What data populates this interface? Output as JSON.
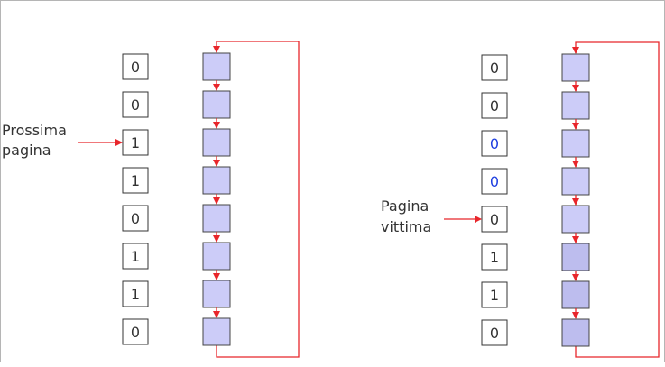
{
  "colors": {
    "background": "#ffffff",
    "frame_border": "#b5b5b5",
    "arrow_red": "#e8262b",
    "ref_box_border": "#333333",
    "ref_text": "#333333",
    "ref_text_blue": "#1f3fe0",
    "page_fill_light": "#ccccf8",
    "page_fill_dark": "#bdbdee",
    "page_border": "#444444"
  },
  "left_clock": {
    "label_line1": "Prossima",
    "label_line2": "pagina",
    "pointer_target_index": 2,
    "reference_bits": [
      {
        "value": "0",
        "style": "normal"
      },
      {
        "value": "0",
        "style": "normal"
      },
      {
        "value": "1",
        "style": "normal"
      },
      {
        "value": "1",
        "style": "normal"
      },
      {
        "value": "0",
        "style": "normal"
      },
      {
        "value": "1",
        "style": "normal"
      },
      {
        "value": "1",
        "style": "normal"
      },
      {
        "value": "0",
        "style": "normal"
      }
    ]
  },
  "right_clock": {
    "label_line1": "Pagina",
    "label_line2": "vittima",
    "pointer_target_index": 4,
    "reference_bits": [
      {
        "value": "0",
        "style": "normal"
      },
      {
        "value": "0",
        "style": "normal"
      },
      {
        "value": "0",
        "style": "cleared"
      },
      {
        "value": "0",
        "style": "cleared"
      },
      {
        "value": "0",
        "style": "normal"
      },
      {
        "value": "1",
        "style": "normal"
      },
      {
        "value": "1",
        "style": "normal"
      },
      {
        "value": "0",
        "style": "normal"
      }
    ]
  }
}
